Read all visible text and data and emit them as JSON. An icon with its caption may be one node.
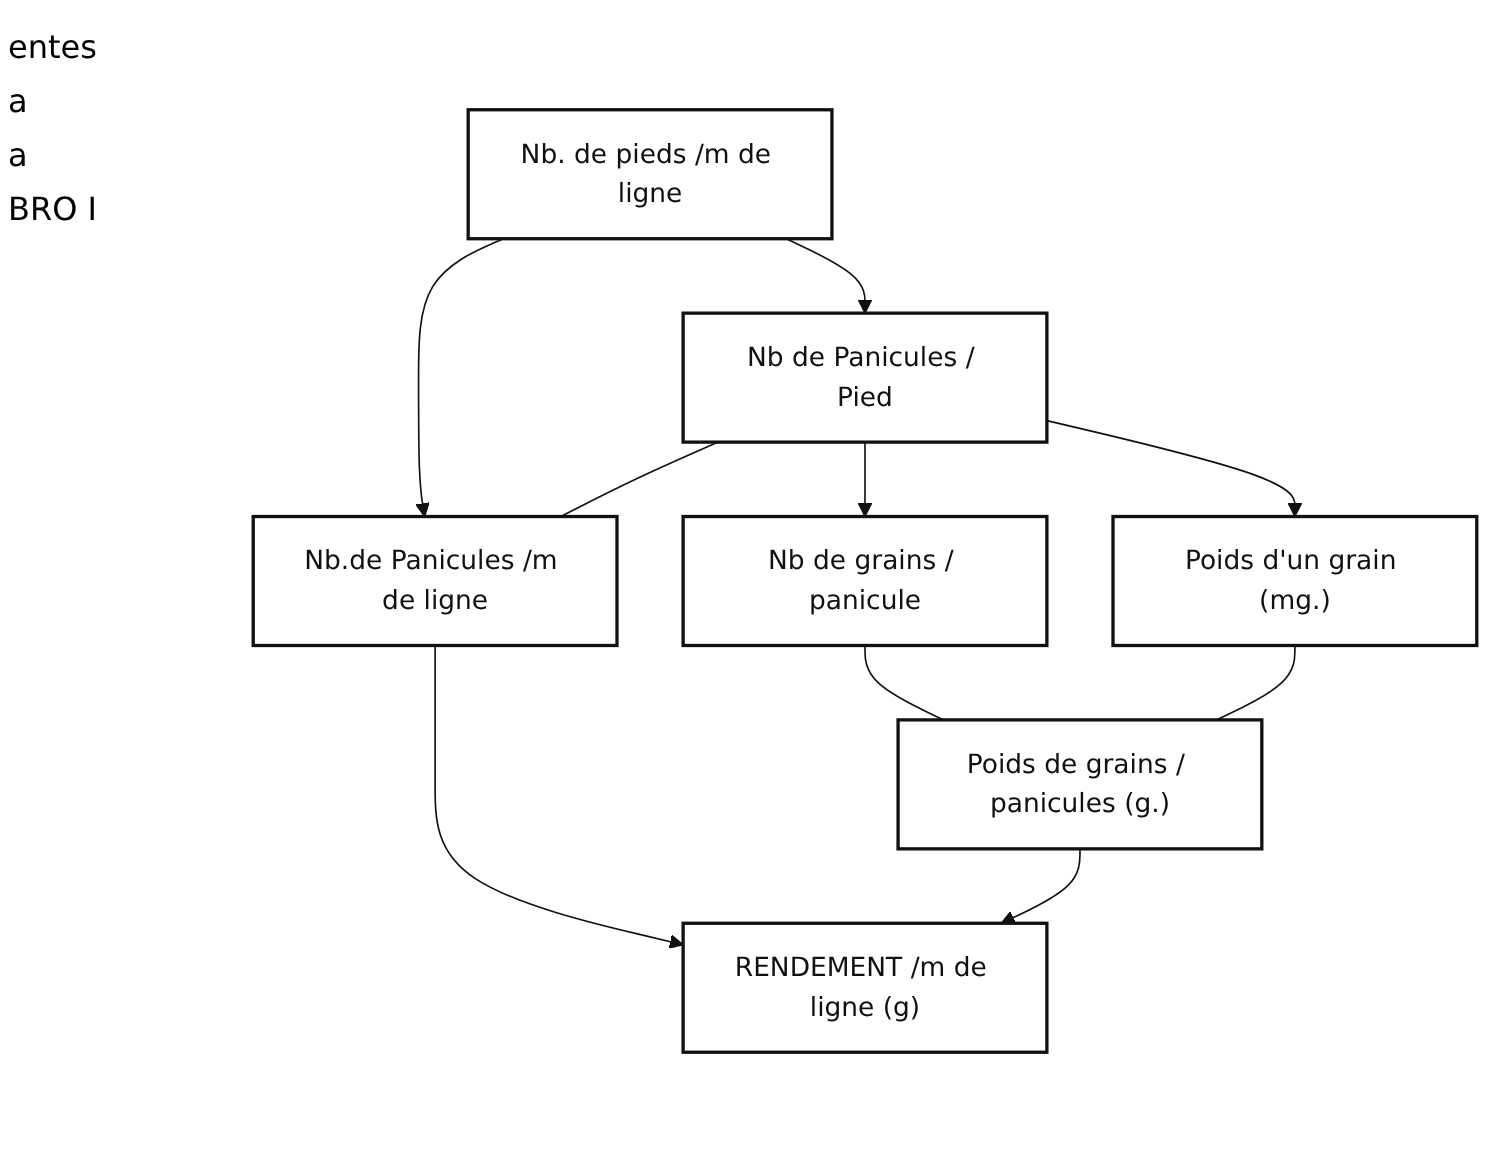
{
  "diagram": {
    "nodes": [
      {
        "text": [
          "Nb. de pieds /m de ligne"
        ]
      },
      {
        "text": [
          "Nb de Panicules / Pied"
        ]
      },
      {
        "text": [
          "Nb.de Panicules /m de ligne"
        ]
      },
      {
        "text": [
          "Nb de grains / panicule"
        ]
      },
      {
        "text": [
          "Poids d'un grain (mg.)"
        ]
      },
      {
        "text": [
          "Poids de grains / panicules (g.)"
        ]
      },
      {
        "text": [
          "RENDEMENT /m de ligne (g)"
        ]
      }
    ],
    "edges": [
      {
        "from": 0,
        "to": 1,
        "arrow": "to"
      },
      {
        "from": 0,
        "to": 2,
        "arrow": "to"
      },
      {
        "from": 1,
        "to": 2,
        "arrow": "none"
      },
      {
        "from": 1,
        "to": 3,
        "arrow": "to"
      },
      {
        "from": 1,
        "to": 4,
        "arrow": "to"
      },
      {
        "from": 2,
        "to": 6,
        "arrow": "to"
      },
      {
        "from": 3,
        "to": 5,
        "arrow": "none"
      },
      {
        "from": 4,
        "to": 5,
        "arrow": "none"
      },
      {
        "from": 5,
        "to": 6,
        "arrow": "to"
      }
    ],
    "labels": [
      "entes",
      "a",
      "a",
      "BRO I"
    ]
  }
}
